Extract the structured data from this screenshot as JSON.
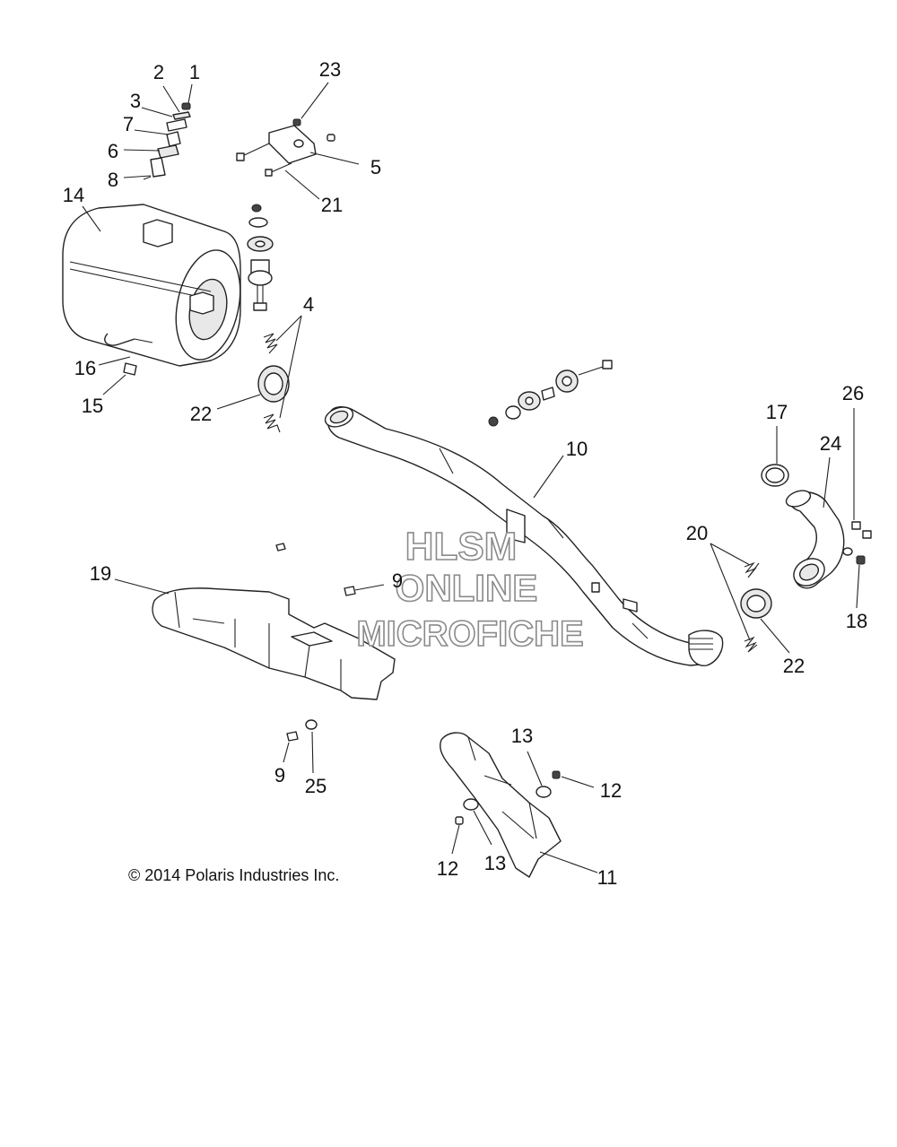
{
  "copyright": "© 2014 Polaris Industries Inc.",
  "watermark": {
    "line1": "HLSM",
    "line2": "ONLINE",
    "line3": "MICROFICHE"
  },
  "callouts": {
    "c1": "1",
    "c2": "2",
    "c3": "3",
    "c4": "4",
    "c5": "5",
    "c6": "6",
    "c7": "7",
    "c8": "8",
    "c9a": "9",
    "c9b": "9",
    "c10": "10",
    "c11": "11",
    "c12a": "12",
    "c12b": "12",
    "c13a": "13",
    "c13b": "13",
    "c14": "14",
    "c15": "15",
    "c16": "16",
    "c17": "17",
    "c18": "18",
    "c19": "19",
    "c20": "20",
    "c21": "21",
    "c22a": "22",
    "c22b": "22",
    "c23": "23",
    "c24": "24",
    "c25": "25",
    "c26": "26"
  }
}
